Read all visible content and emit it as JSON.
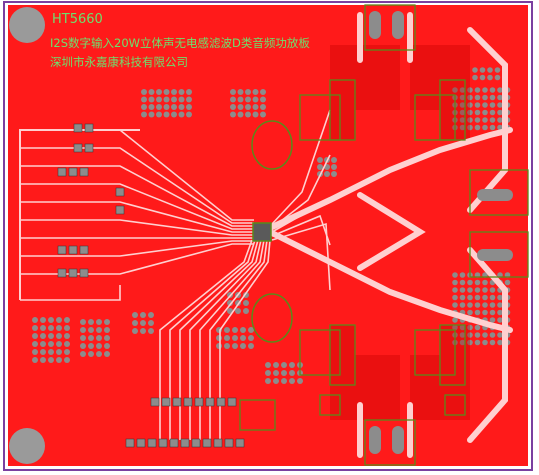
{
  "board": {
    "title": "HT5660",
    "subtitle": "I2S数字输入20W立体声无电感滤波D类音频功放板",
    "company": "深圳市永嘉康科技有限公司"
  },
  "colors": {
    "board_edge": "#7a3fa0",
    "copper": "#ff1a1a",
    "copper_dark": "#c40000",
    "trace": "#ffd0d0",
    "silk": "#5a8a1a",
    "pad": "#8c8c8c",
    "hole": "#9a9a9a",
    "text": "#6ee06e"
  },
  "icons": [
    "mounting-hole-icon",
    "ic-chip-icon",
    "connector-icon",
    "via-icon"
  ]
}
